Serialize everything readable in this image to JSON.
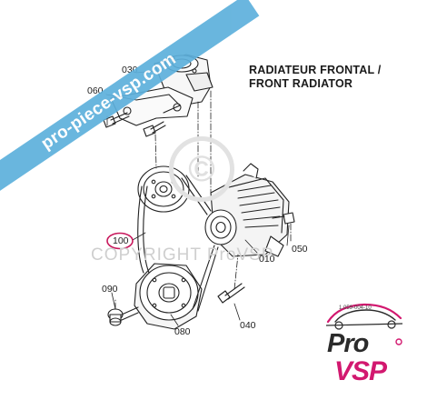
{
  "title_line1": "RADIATEUR FRONTAL /",
  "title_line2": "FRONT RADIATOR",
  "watermark_banner": "pro-piece-vsp.com",
  "copyright_watermark": "COPYRIGHT ProVSP",
  "part_labels": [
    {
      "id": "060",
      "text": "060"
    },
    {
      "id": "030",
      "text": "030"
    },
    {
      "id": "100",
      "text": "100"
    },
    {
      "id": "050",
      "text": "050"
    },
    {
      "id": "010",
      "text": "010"
    },
    {
      "id": "090",
      "text": "090"
    },
    {
      "id": "080",
      "text": "080"
    },
    {
      "id": "040",
      "text": "040"
    }
  ],
  "highlighted_part": "100",
  "logo": {
    "reference": "1.059-004-10",
    "word1": "Pro",
    "word2": "VSP",
    "accent_color": "#d2186f",
    "dark_color": "#2b2b2b"
  },
  "colors": {
    "banner": "#5db0dc",
    "highlight": "#c8185c"
  }
}
